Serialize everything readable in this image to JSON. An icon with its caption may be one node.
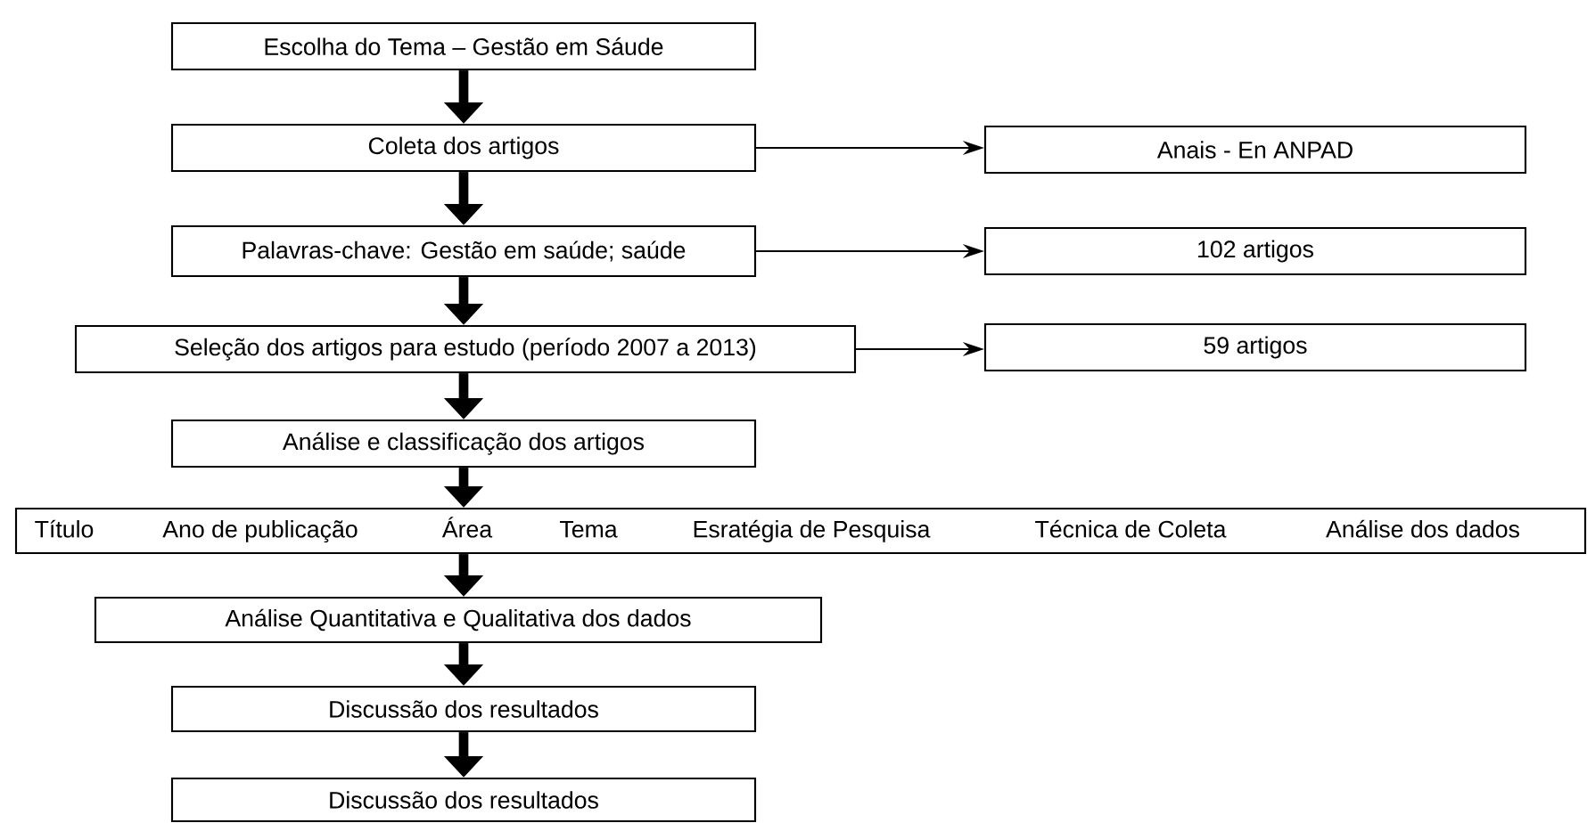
{
  "diagram": {
    "nodes": [
      {
        "text": [
          "Escolha do Tema – Gestão em Sáude"
        ]
      },
      {
        "text": [
          "Coleta dos artigos"
        ]
      },
      {
        "text": [
          "Anais - En ANPAD"
        ]
      },
      {
        "text": [
          "Palavras-chave: Gestão em saúde; saúde"
        ]
      },
      {
        "text": [
          "102 artigos"
        ]
      },
      {
        "text": [
          "Seleção dos artigos para estudo (período 2007 a 2013)"
        ]
      },
      {
        "text": [
          "59 artigos"
        ]
      },
      {
        "text": [
          "Análise e classificação dos artigos"
        ]
      },
      {
        "text": [
          "Título",
          "Ano de publicação",
          "Área",
          "Tema",
          "Esratégia de Pesquisa",
          "Técnica de Coleta",
          "Análise dos dados"
        ]
      },
      {
        "text": [
          "Análise Quantitativa e Qualitativa dos dados"
        ]
      },
      {
        "text": [
          "Discussão dos resultados"
        ]
      },
      {
        "text": [
          "Discussão dos resultados"
        ]
      }
    ],
    "edges": [
      {
        "from": 0,
        "to": 1,
        "arrow": "to"
      },
      {
        "from": 1,
        "to": 2,
        "arrow": "to"
      },
      {
        "from": 1,
        "to": 3,
        "arrow": "to"
      },
      {
        "from": 3,
        "to": 4,
        "arrow": "to"
      },
      {
        "from": 3,
        "to": 5,
        "arrow": "to"
      },
      {
        "from": 5,
        "to": 6,
        "arrow": "to"
      },
      {
        "from": 5,
        "to": 7,
        "arrow": "to"
      },
      {
        "from": 7,
        "to": 8,
        "arrow": "to"
      },
      {
        "from": 8,
        "to": 9,
        "arrow": "to"
      },
      {
        "from": 9,
        "to": 10,
        "arrow": "to"
      },
      {
        "from": 10,
        "to": 11,
        "arrow": "to"
      }
    ]
  }
}
